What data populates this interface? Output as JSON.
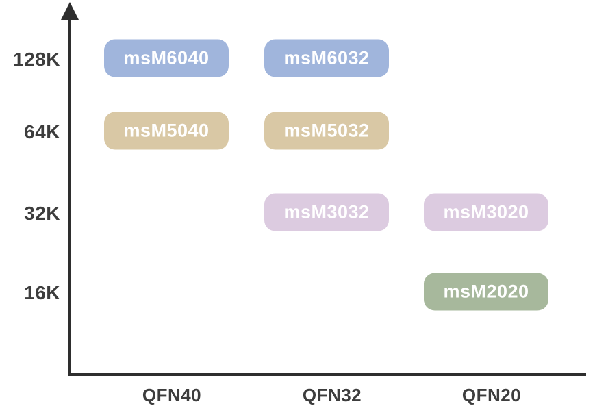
{
  "chart_data": {
    "type": "scatter",
    "description": "Product matrix chart: memory size vs QFN package",
    "x_axis": {
      "categories": [
        "QFN40",
        "QFN32",
        "QFN20"
      ]
    },
    "y_axis": {
      "categories": [
        "16K",
        "32K",
        "64K",
        "128K"
      ]
    },
    "points": [
      {
        "label": "msM6040",
        "x": "QFN40",
        "y": "128K",
        "color": "#a0b5dc"
      },
      {
        "label": "msM6032",
        "x": "QFN32",
        "y": "128K",
        "color": "#a0b5dc"
      },
      {
        "label": "msM5040",
        "x": "QFN40",
        "y": "64K",
        "color": "#d9c8a5"
      },
      {
        "label": "msM5032",
        "x": "QFN32",
        "y": "64K",
        "color": "#d9c8a5"
      },
      {
        "label": "msM3032",
        "x": "QFN32",
        "y": "32K",
        "color": "#dccbe0"
      },
      {
        "label": "msM3020",
        "x": "QFN20",
        "y": "32K",
        "color": "#dccbe0"
      },
      {
        "label": "msM2020",
        "x": "QFN20",
        "y": "16K",
        "color": "#a7b89c"
      }
    ],
    "colors": {
      "axis": "#2e2e2e",
      "tick_text": "#3d3d3d",
      "pill_text": "#ffffff"
    },
    "legend": "none",
    "grid": "off"
  }
}
